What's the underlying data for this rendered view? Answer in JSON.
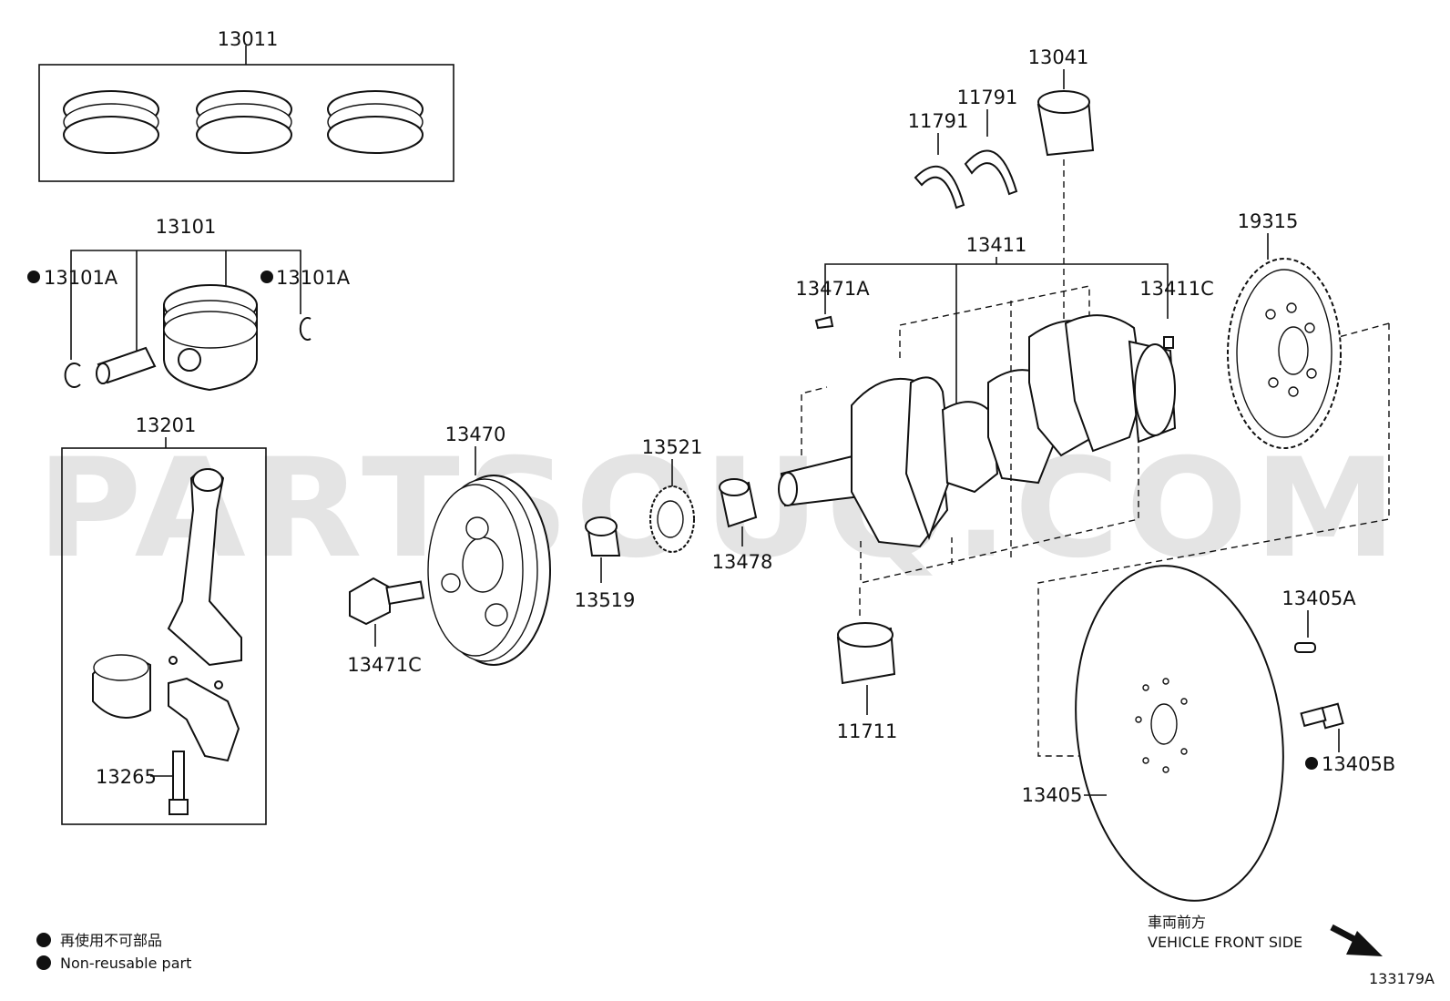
{
  "watermark": "PARTSOUQ.COM",
  "labels": {
    "p13011": "13011",
    "p13101": "13101",
    "p13101A_left": "13101A",
    "p13101A_right": "13101A",
    "p13201": "13201",
    "p13265": "13265",
    "p13470": "13470",
    "p13471C": "13471C",
    "p13519": "13519",
    "p13521": "13521",
    "p13478": "13478",
    "p13041": "13041",
    "p11791a": "11791",
    "p11791b": "11791",
    "p13411": "13411",
    "p13471A": "13471A",
    "p13411C": "13411C",
    "p19315": "19315",
    "p11711": "11711",
    "p13405A": "13405A",
    "p13405B": "13405B",
    "p13405": "13405"
  },
  "legend": {
    "jp": "再使用不可部品",
    "en": "Non-reusable part"
  },
  "front_side": {
    "jp": "車両前方",
    "en": "VEHICLE FRONT SIDE"
  },
  "diagram_code": "133179A",
  "colors": {
    "line": "#111111",
    "watermark": "#cfcfcf"
  }
}
